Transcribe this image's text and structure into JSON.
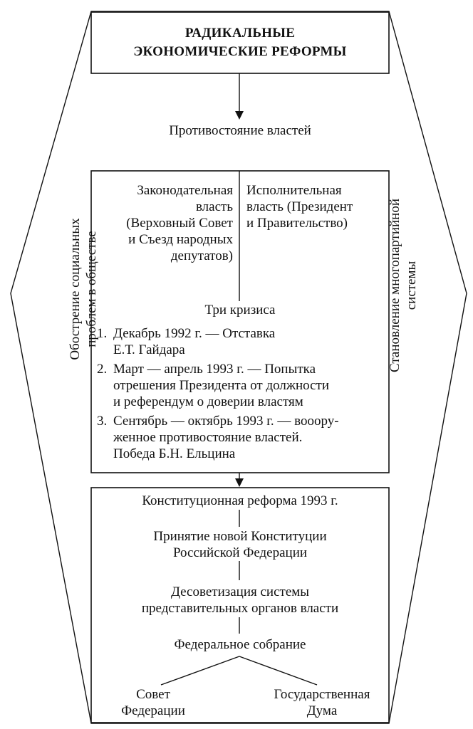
{
  "title": "РАДИКАЛЬНЫЕ\nЭКОНОМИЧЕСКИЕ РЕФОРМЫ",
  "confrontation": "Противостояние властей",
  "legislative": "Законодательная\nвласть\n(Верховный Совет\nи Съезд народных\nдепутатов)",
  "executive": "Исполнительная\nвласть (Президент\nи Правительство)",
  "crises_heading": "Три кризиса",
  "crises": [
    {
      "num": "1.",
      "text": "Декабрь 1992 г. — Отставка\nЕ.Т. Гайдара"
    },
    {
      "num": "2.",
      "text": "Март — апрель 1993 г. — Попытка\nотрешения Президента от должности\nи референдум о доверии властям"
    },
    {
      "num": "3.",
      "text": "Сентябрь — октябрь 1993 г. — вооруженное противостояние властей.\nПобеда Б.Н. Ельцина",
      "display": "Сентябрь — октябрь 1993 г. — вооору-\nженное противостояние властей.\nПобеда Б.Н. Ельцина"
    }
  ],
  "reform": "Конституционная реформа 1993 г.",
  "constitution": "Принятие новой Конституции\nРоссийской Федерации",
  "desovietization": "Десоветизация системы\nпредставительных органов власти",
  "federal_assembly": "Федеральное собрание",
  "federation_council": "Совет\nФедерации",
  "state_duma": "Государственная\nДума",
  "left_side": "Обострение социальных\nпроблем в обществе",
  "right_side": "Становление многопартийной\nсистемы"
}
